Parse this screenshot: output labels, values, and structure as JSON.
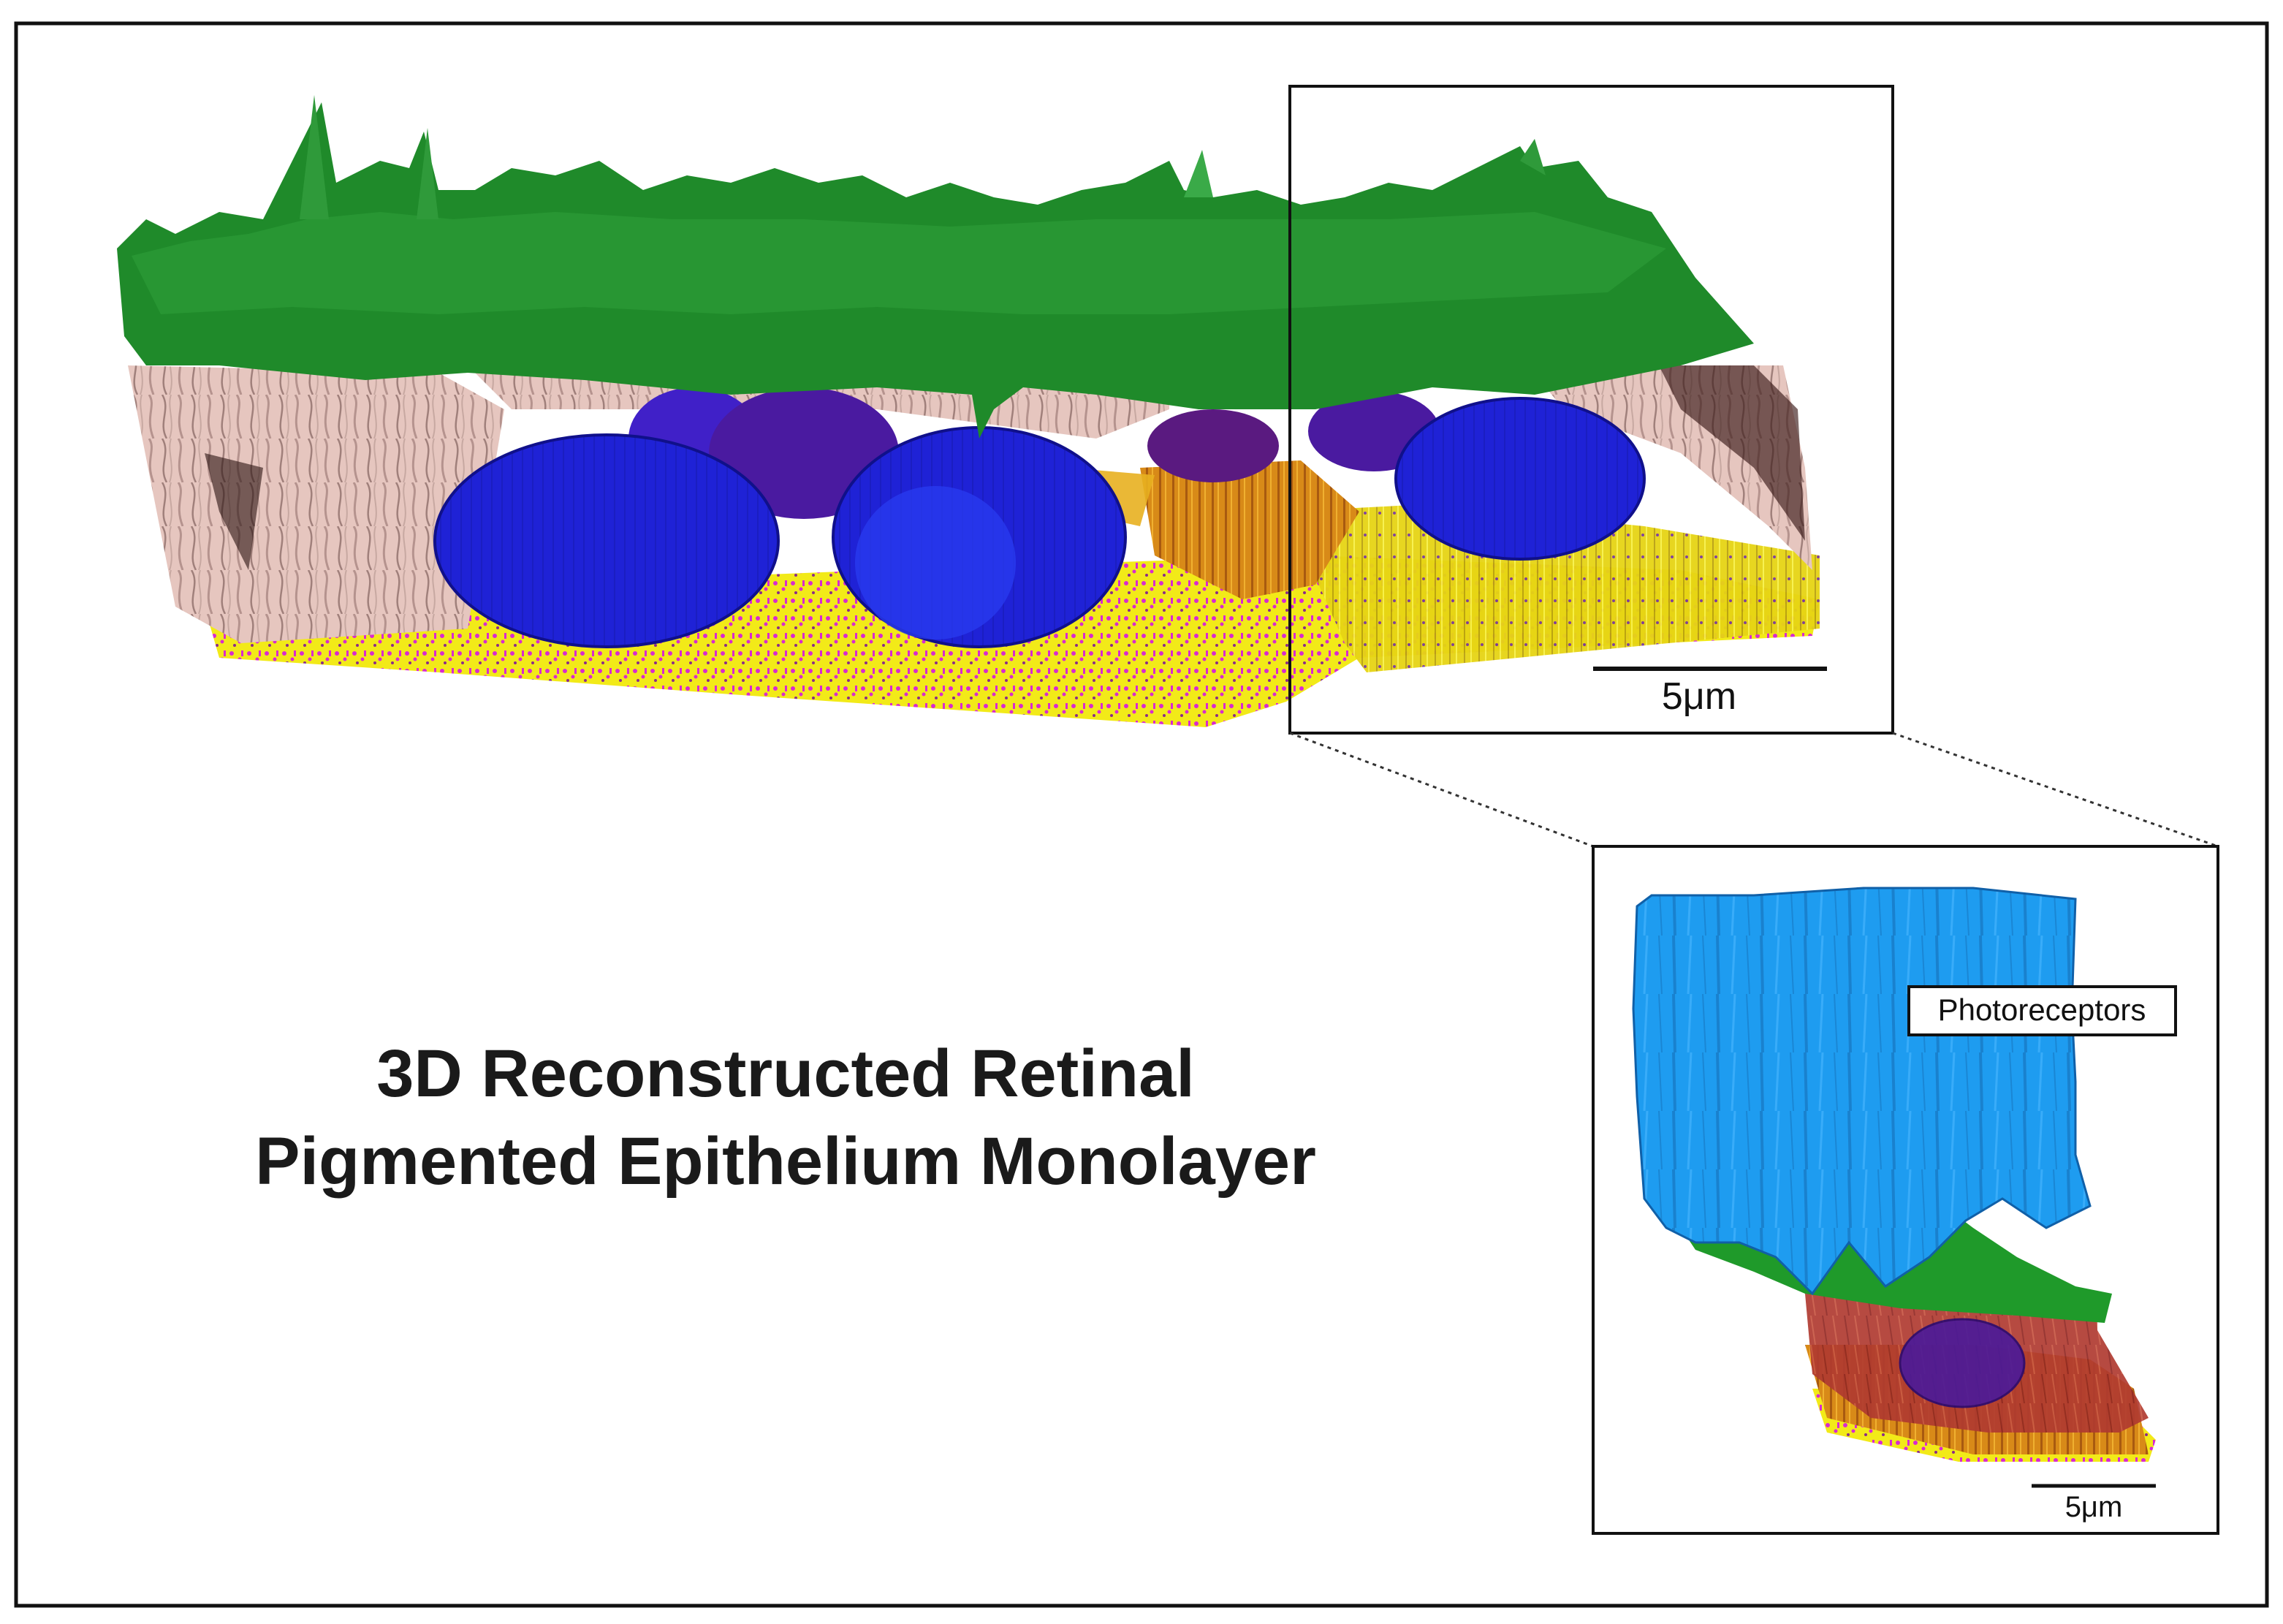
{
  "figure": {
    "title_lines": [
      "3D Reconstructed Retinal",
      "Pigmented Epithelium Monolayer"
    ],
    "main_scale_bar": "5μm",
    "inset_scale_bar": "5μm",
    "inset_label": "Photoreceptors"
  },
  "colors": {
    "border": "#111111",
    "microvilli_green": "#1f8a2a",
    "cytoplasm_pink": "#e8c6c0",
    "melanin_dark": "#3a1a18",
    "nucleus_blue": "#1f22d6",
    "nucleus_purple": "#4a1aa0",
    "basal_yellow": "#f2ea18",
    "basal_magenta": "#d82ad0",
    "orange": "#e08a10",
    "photoreceptor_blue": "#1e9cf0",
    "inset_cell_red": "#b8302a"
  }
}
